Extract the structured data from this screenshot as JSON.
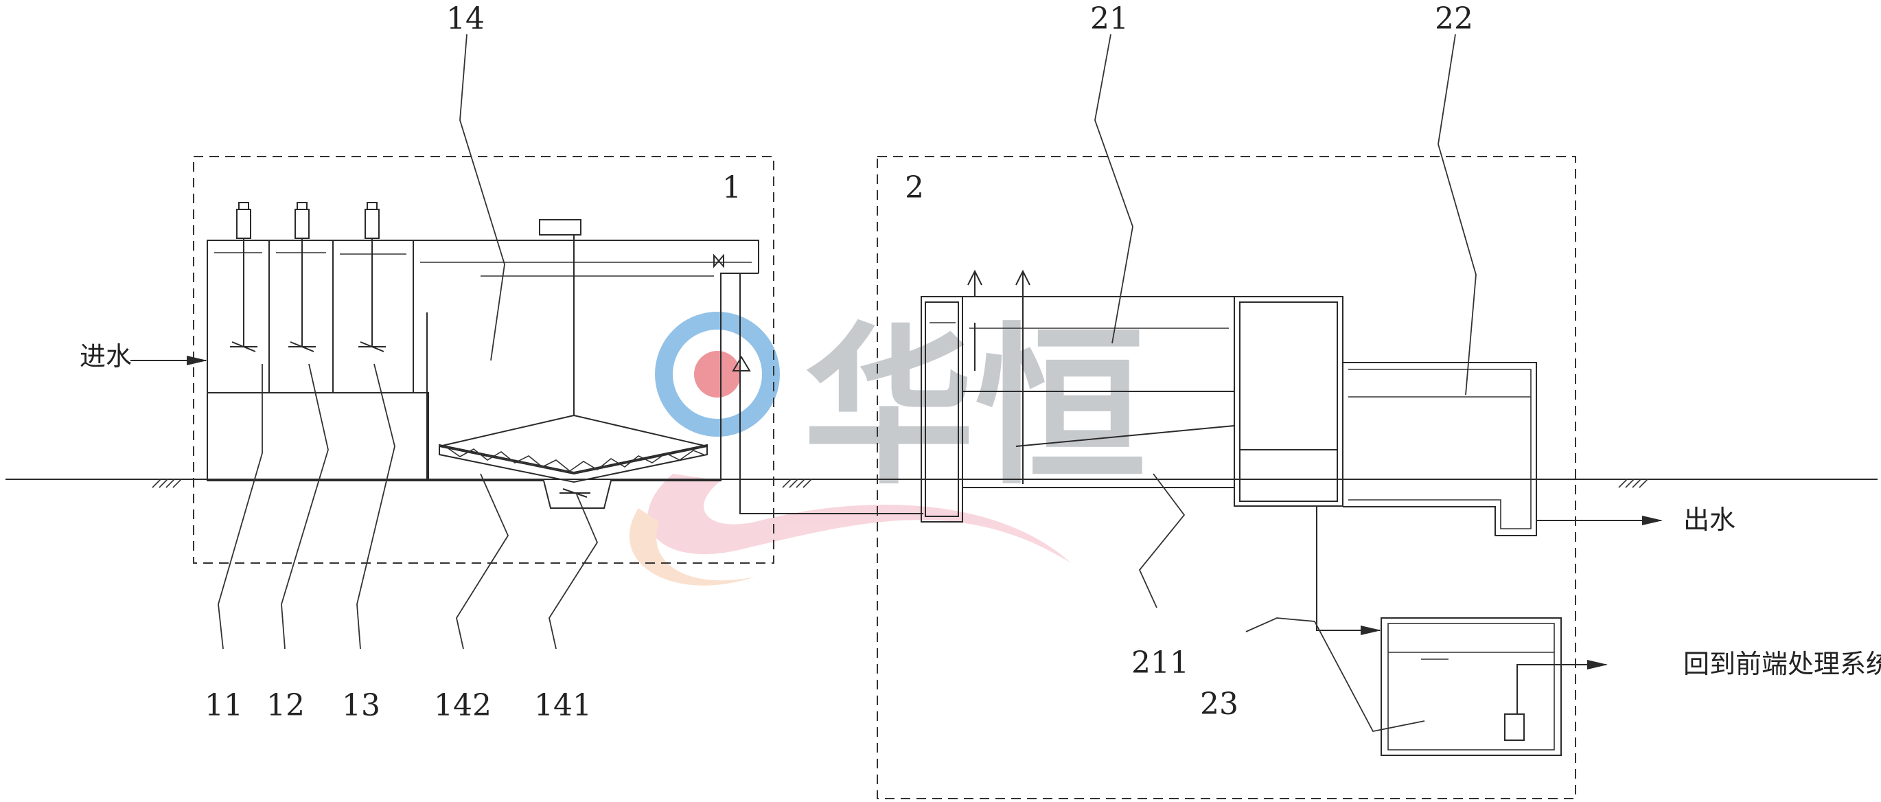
{
  "labels": {
    "zone1": "1",
    "zone2": "2",
    "n11": "11",
    "n12": "12",
    "n13": "13",
    "n14": "14",
    "n141": "141",
    "n142": "142",
    "n21": "21",
    "n211": "211",
    "n22": "22",
    "n23": "23"
  },
  "flow": {
    "inlet": "进水",
    "outlet": "出水",
    "return": "回到前端处理系统"
  },
  "watermark": {
    "text": "华恒"
  },
  "colors": {
    "line": "#2a2a2a",
    "watermark_blue": "#3a8fd6",
    "watermark_red": "#e0404a",
    "watermark_gray": "#9aa0a6",
    "watermark_pink": "#f0a0b0"
  }
}
